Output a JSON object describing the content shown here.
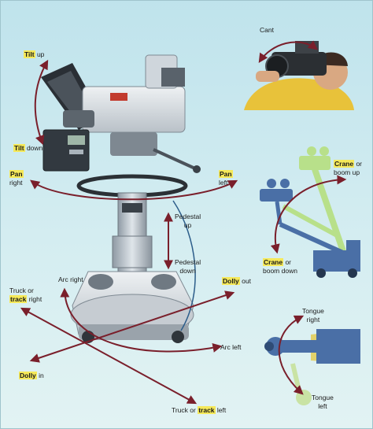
{
  "labels": {
    "tilt_up": {
      "hl": "Tilt",
      "rest": " up"
    },
    "tilt_down": {
      "hl": "Tilt",
      "rest": " down"
    },
    "pan_right": {
      "hl": "Pan",
      "rest": "right"
    },
    "pan_left": {
      "hl": "Pan",
      "rest": "left"
    },
    "cant": "Cant",
    "crane_up": {
      "hl": "Crane",
      "rest1": " or",
      "rest2": "boom up"
    },
    "crane_down": {
      "hl": "Crane",
      "rest1": " or",
      "rest2": "boom down"
    },
    "pedestal_up": {
      "line1": "Pedestal",
      "line2": "up"
    },
    "pedestal_down": {
      "line1": "Pedestal",
      "line2": "down"
    },
    "truck_right": {
      "line1": "Truck or",
      "hl": "track",
      "rest": " right"
    },
    "arc_right": "Arc right",
    "dolly_out": {
      "hl": "Dolly",
      "rest": " out"
    },
    "dolly_in": {
      "hl": "Dolly",
      "rest": " in"
    },
    "arc_left": "Arc left",
    "truck_left": {
      "pre": "Truck or ",
      "hl": "track",
      "rest": " left"
    },
    "tongue_right": {
      "line1": "Tongue",
      "line2": "right"
    },
    "tongue_left": {
      "line1": "Tongue",
      "line2": "left"
    }
  },
  "colors": {
    "arrow": "#7a1f2b",
    "highlight": "#f5e95a",
    "crane_blue": "#4a6fa6",
    "crane_green": "#b8e08a",
    "background": "#cfe9ef"
  },
  "icons": {
    "studio_camera": "studio-camera-on-pedestal",
    "handheld": "operator-with-handheld-camera",
    "crane": "camera-crane-diagram",
    "tongue": "crane-tongue-top-view"
  }
}
